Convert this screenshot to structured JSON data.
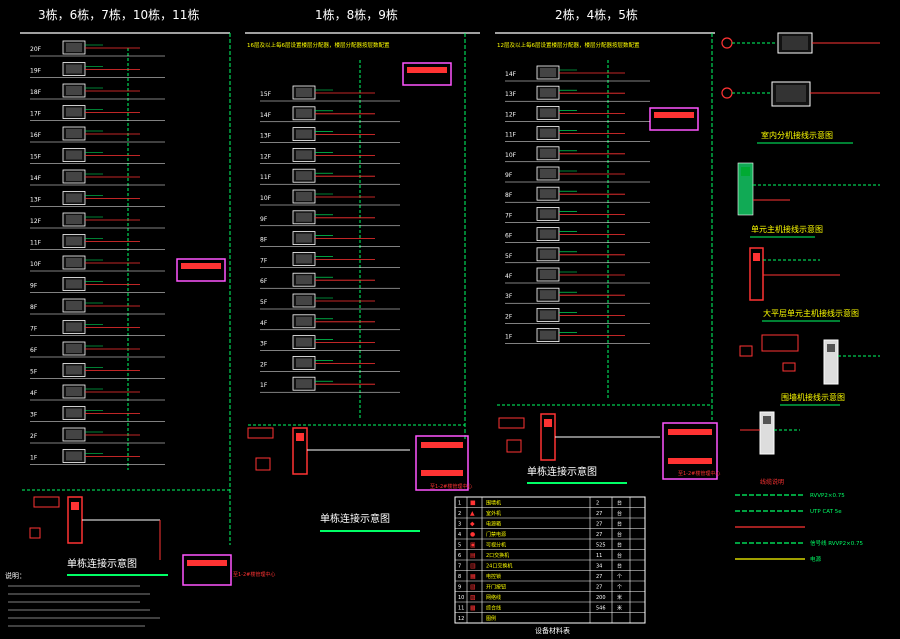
{
  "titles": {
    "group_a": "3栋，6栋，7栋，10栋，11栋",
    "group_b": "1栋，8栋，9栋",
    "group_c": "2栋，4栋，5栋"
  },
  "notes": {
    "b": "16层及以上每6层设置楼层分配器，楼层分配器按层数配置",
    "c": "12层及以上每6层设置楼层分配器，楼层分配器按层数配置"
  },
  "floors_a": [
    "20F",
    "19F",
    "18F",
    "17F",
    "16F",
    "15F",
    "14F",
    "13F",
    "12F",
    "11F",
    "10F",
    "9F",
    "8F",
    "7F",
    "6F",
    "5F",
    "4F",
    "3F",
    "2F",
    "1F"
  ],
  "floors_b": [
    "15F",
    "14F",
    "13F",
    "12F",
    "11F",
    "10F",
    "9F",
    "8F",
    "7F",
    "6F",
    "5F",
    "4F",
    "3F",
    "2F",
    "1F"
  ],
  "floors_c": [
    "14F",
    "13F",
    "12F",
    "11F",
    "10F",
    "9F",
    "8F",
    "7F",
    "6F",
    "5F",
    "4F",
    "3F",
    "2F",
    "1F"
  ],
  "labels": {
    "schematic_a": "单栋连接示意图",
    "schematic_b": "单栋连接示意图",
    "schematic_c": "单栋连接示意图",
    "indoor": "室内分机接线示意图",
    "unit_main": "单元主机接线示意图",
    "hall_main": "大平层单元主机接线示意图",
    "wall": "围墙机接线示意图",
    "to_center": "至1-2#楼管理中心",
    "legend_head": "线缆说明",
    "notes_head": "说明：",
    "table_title": "设备材料表"
  },
  "legend_lines": [
    {
      "label": "RVVP2×0.75",
      "color": "#00ff66"
    },
    {
      "label": "UTP CAT 5e",
      "color": "#00ff66"
    },
    {
      "label": "",
      "color": "#ff3333"
    },
    {
      "label": "信号线 RVVP2×0.75",
      "color": "#00ff66"
    },
    {
      "label": "电源",
      "color": "#ffff00"
    }
  ],
  "table_rows": [
    {
      "icon": "■",
      "name": "围墙机",
      "qty": "2",
      "unit": "台"
    },
    {
      "icon": "▲",
      "name": "室外机",
      "qty": "27",
      "unit": "台"
    },
    {
      "icon": "◆",
      "name": "电源箱",
      "qty": "27",
      "unit": "台"
    },
    {
      "icon": "●",
      "name": "门禁电源",
      "qty": "27",
      "unit": "台"
    },
    {
      "icon": "▣",
      "name": "可视分机",
      "qty": "525",
      "unit": "台"
    },
    {
      "icon": "▤",
      "name": "2口交换机",
      "qty": "11",
      "unit": "台"
    },
    {
      "icon": "▥",
      "name": "24口交换机",
      "qty": "34",
      "unit": "台"
    },
    {
      "icon": "▦",
      "name": "电控锁",
      "qty": "27",
      "unit": "个"
    },
    {
      "icon": "▧",
      "name": "开门按钮",
      "qty": "27",
      "unit": "个"
    },
    {
      "icon": "▨",
      "name": "网络线",
      "qty": "200",
      "unit": "米"
    },
    {
      "icon": "▩",
      "name": "综合线",
      "qty": "546",
      "unit": "米"
    },
    {
      "icon": "",
      "name": "图例",
      "qty": "",
      "unit": ""
    }
  ],
  "colors": {
    "bus_green": "#00ff66",
    "wire_red": "#ff3333",
    "trunk": "#ffffff",
    "panel_magenta": "#ff55ff",
    "text_yellow": "#ffff00"
  }
}
